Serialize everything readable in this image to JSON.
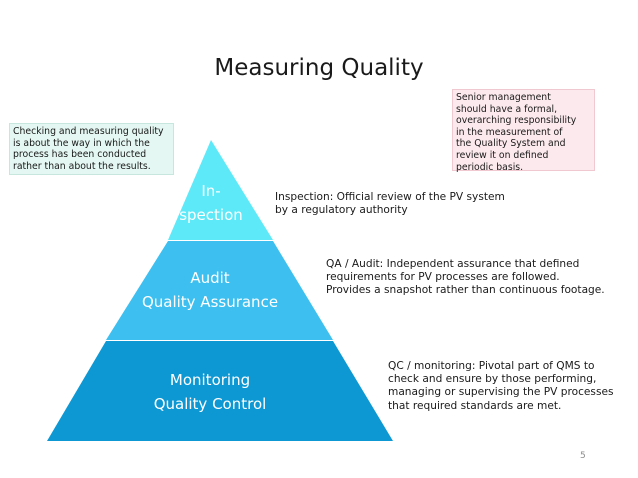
{
  "slide": {
    "title": "Measuring Quality",
    "page_number": "5"
  },
  "notes": {
    "left": "Checking and measuring quality\nis about the way in which the\nprocess has been conducted\nrather than about the results.",
    "right": "Senior management\nshould have a formal,\noverarching responsibility\nin the measurement of\nthe Quality System and\nreview it on defined\nperiodic basis."
  },
  "pyramid": {
    "tiers": [
      {
        "label": "In-\nspection",
        "color": "#5ee9f9",
        "description": "Inspection: Official review of the PV system\nby a regulatory authority"
      },
      {
        "label": "Audit\nQuality Assurance",
        "color": "#3dbfef",
        "description": "QA / Audit: Independent assurance that defined\nrequirements for PV processes are followed.\nProvides a snapshot rather than continuous footage."
      },
      {
        "label": "Monitoring\nQuality Control",
        "color": "#0d98d3",
        "description": "QC / monitoring: Pivotal part of QMS to\ncheck and ensure by those performing,\nmanaging or supervising the PV processes\nthat required standards are met."
      }
    ]
  }
}
